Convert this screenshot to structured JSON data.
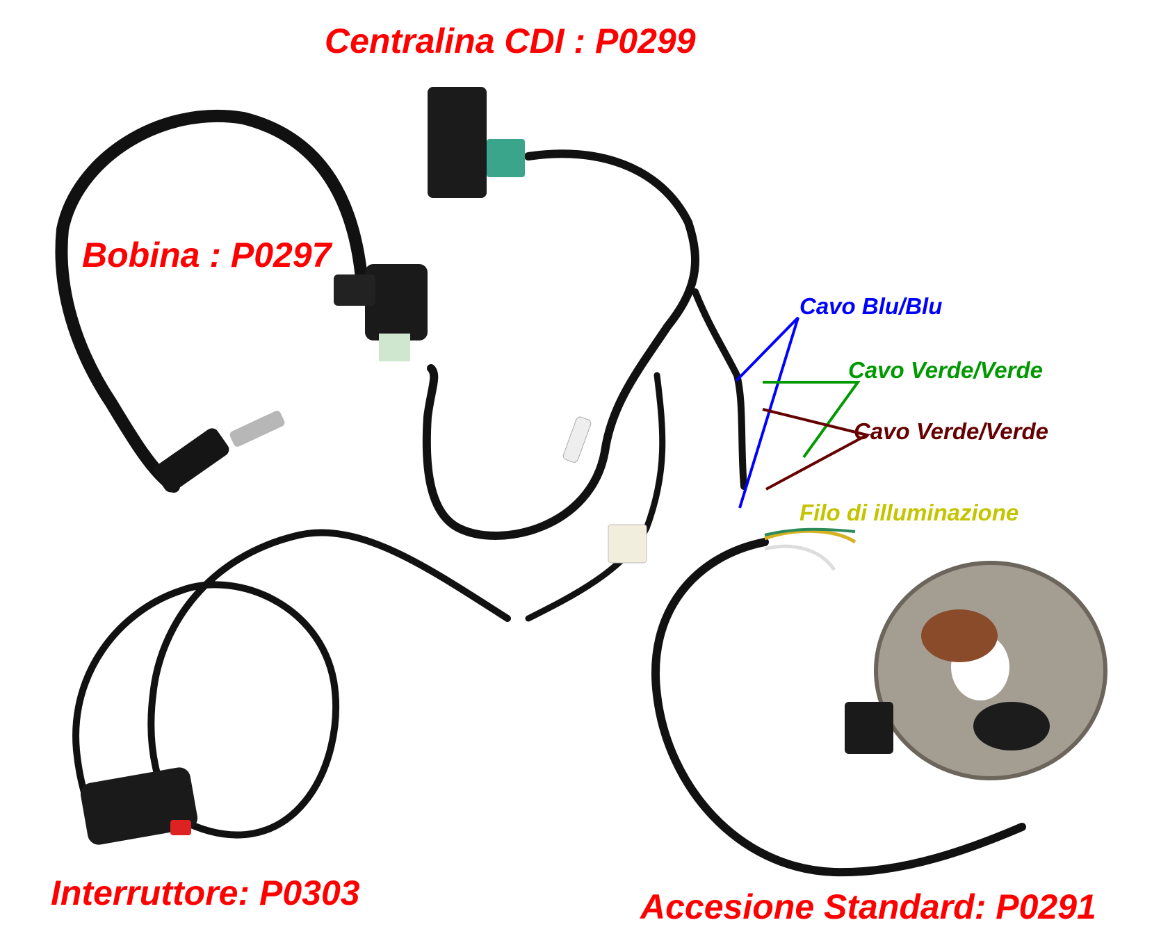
{
  "labels": {
    "cdi": "Centralina CDI : P0299",
    "coil": "Bobina : P0297",
    "switch": "Interruttore: P0303",
    "stator": "Accesione Standard: P0291",
    "blue_wire": "Cavo Blu/Blu",
    "green_wire": "Cavo Verde/Verde",
    "brown_wire": "Cavo Verde/Verde",
    "light_wire": "Filo di illuminazione"
  },
  "colors": {
    "title_red": "#ff0000",
    "blue": "#0000ff",
    "green": "#009900",
    "brown": "#660000",
    "yellow": "#c4c400"
  }
}
